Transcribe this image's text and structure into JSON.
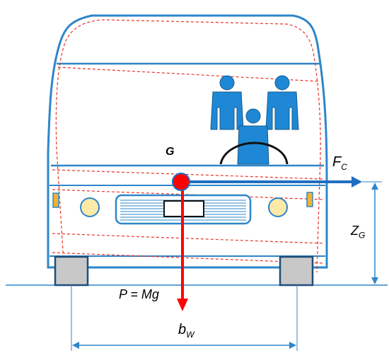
{
  "labels": {
    "cog": "G",
    "fc_main": "F",
    "fc_sub": "C",
    "zg_main": "Z",
    "zg_sub": "G",
    "weight": "P = Mg",
    "bw_main": "b",
    "bw_sub": "W"
  },
  "colors": {
    "body": "#2e86c9",
    "tilt_outline": "#e8322b",
    "weight_arrow": "#ff0000",
    "lateral_force_arrow": "#1f6fc0",
    "passenger": "#1e88d6",
    "passenger_outline": "#1a5a8a",
    "headlight": "#fde9a8",
    "indicator": "#f2b233",
    "wheel": "#c8c8c8",
    "dimension_line": "#2e86c9"
  },
  "icons": [
    "passenger-icon",
    "steering-wheel-icon",
    "headlight-icon",
    "wheel-icon"
  ]
}
